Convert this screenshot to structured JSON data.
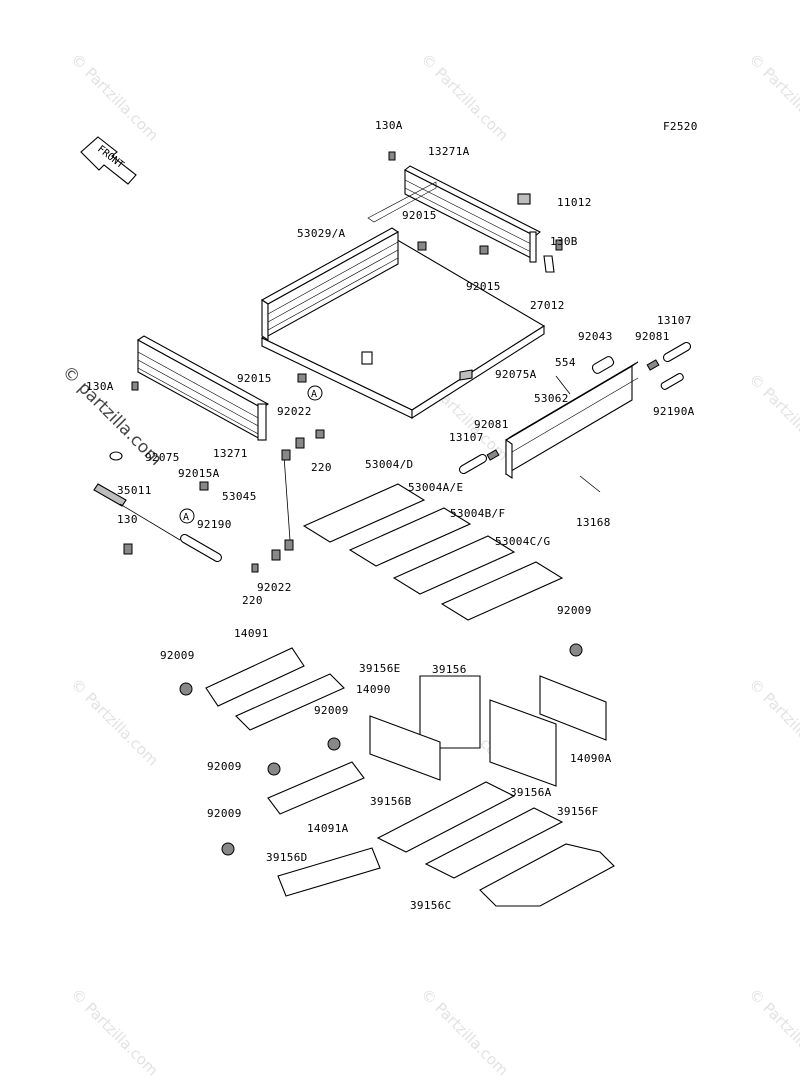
{
  "figure_code": "F2520",
  "front_label": "FRONT",
  "callout_letter": "A",
  "watermark_text": "© Partzilla.com",
  "watermark_overlay_text": "© partzilla.com",
  "part_labels": {
    "p130A_top": "130A",
    "p13271A": "13271A",
    "p11012": "11012",
    "p92015_a": "92015",
    "p53029A": "53029/A",
    "p130B": "130B",
    "p92015_b": "92015",
    "p27012": "27012",
    "p13107_a": "13107",
    "p92043": "92043",
    "p92081_a": "92081",
    "p554": "554",
    "p92075A": "92075A",
    "p92015_c": "92015",
    "p130A_left": "130A",
    "p53062": "53062",
    "p92190A": "92190A",
    "p92022_a": "92022",
    "p13107_b": "13107",
    "p92081_b": "92081",
    "p13271": "13271",
    "p220_a": "220",
    "p92075": "92075",
    "p92015A": "92015A",
    "p53004D": "53004/D",
    "p53004AE": "53004A/E",
    "p35011": "35011",
    "p53045": "53045",
    "p53004BF": "53004B/F",
    "p13168": "13168",
    "p130": "130",
    "p92190": "92190",
    "p53004CG": "53004C/G",
    "p220_b": "220",
    "p92022_b": "92022",
    "p92009_a": "92009",
    "p14091": "14091",
    "p92009_b": "92009",
    "p39156E": "39156E",
    "p39156": "39156",
    "p14090": "14090",
    "p92009_c": "92009",
    "p14090A": "14090A",
    "p92009_d": "92009",
    "p39156A": "39156A",
    "p39156B": "39156B",
    "p14091A": "14091A",
    "p92009_e": "92009",
    "p39156F": "39156F",
    "p39156D": "39156D",
    "p39156C": "39156C"
  }
}
